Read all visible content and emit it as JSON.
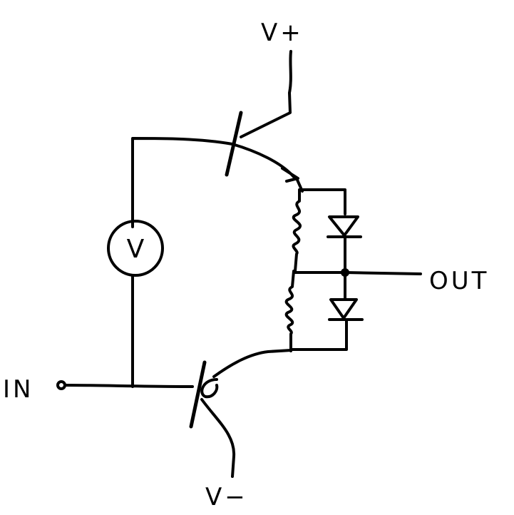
{
  "labels": {
    "v_plus": "V+",
    "v_minus": "V−",
    "input": "IN",
    "output": "OUT",
    "meter": "V"
  },
  "components": [
    {
      "type": "npn-transistor",
      "icon": "npn-transistor-icon"
    },
    {
      "type": "pnp-transistor",
      "icon": "pnp-transistor-icon"
    },
    {
      "type": "voltmeter",
      "icon": "voltmeter-icon"
    },
    {
      "type": "resistor",
      "icon": "resistor-icon",
      "count": 2
    },
    {
      "type": "diode",
      "icon": "diode-icon",
      "count": 2
    }
  ],
  "colors": {
    "ink": "#000000",
    "paper": "#ffffff"
  }
}
